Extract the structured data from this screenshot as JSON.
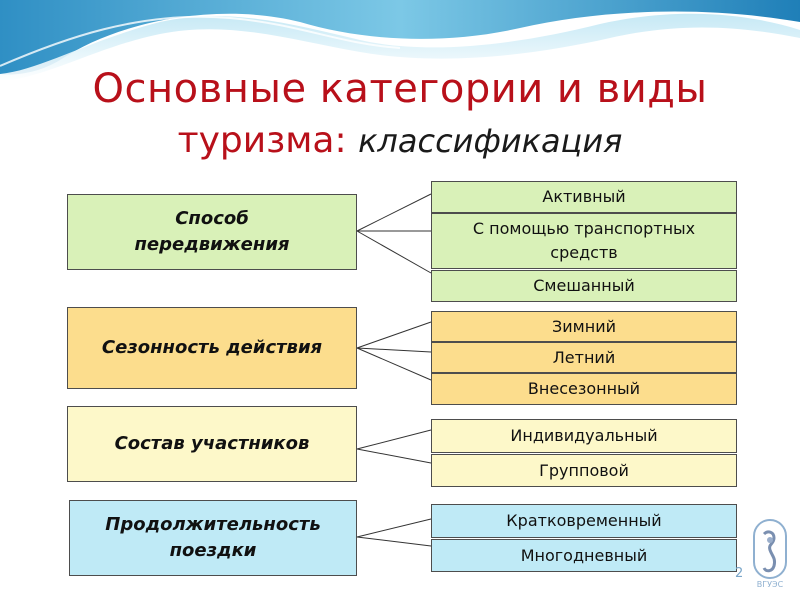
{
  "title": {
    "line1": "Основные категории и виды",
    "line2_main": "туризма: ",
    "line2_italic": "классификация"
  },
  "categories": [
    {
      "label": "Способ передвижения",
      "color": "#d9f1b8",
      "items": [
        "Активный",
        "С помощью транспортных средств",
        "Смешанный"
      ]
    },
    {
      "label": "Сезонность действия",
      "color": "#fcdd8d",
      "items": [
        "Зимний",
        "Летний",
        "Внесезонный"
      ]
    },
    {
      "label": "Состав участников",
      "color": "#fdf8c9",
      "items": [
        "Индивидуальный",
        "Групповой"
      ]
    },
    {
      "label": "Продолжительность поездки",
      "color": "#bfeaf6",
      "items": [
        "Кратковременный",
        "Многодневный"
      ]
    }
  ],
  "logo": {
    "text": "ВГУЭС",
    "icon": "university-emblem-icon"
  },
  "page_number": "2",
  "colors": {
    "title": "#b8101a",
    "wave": "#5bb6d8"
  }
}
